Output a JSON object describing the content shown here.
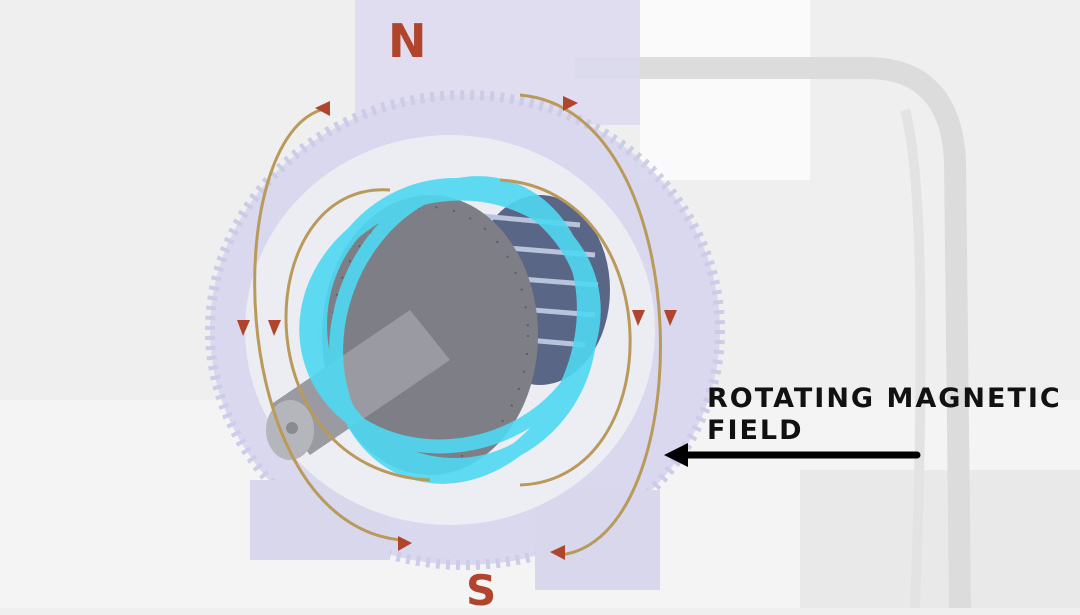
{
  "pole_north": "N",
  "pole_south": "S",
  "annotation": {
    "line1": "ROTATING MAGNETIC",
    "line2": "FIELD"
  },
  "colors": {
    "background": "#efefef",
    "motor_body": "#d9d7ef",
    "field_lines": "#b99a5a",
    "field_arrows": "#b0442c",
    "rotating_field": "#4fd8f2",
    "pole_letters": "#b0442c",
    "pointer_arrow": "#000000"
  }
}
